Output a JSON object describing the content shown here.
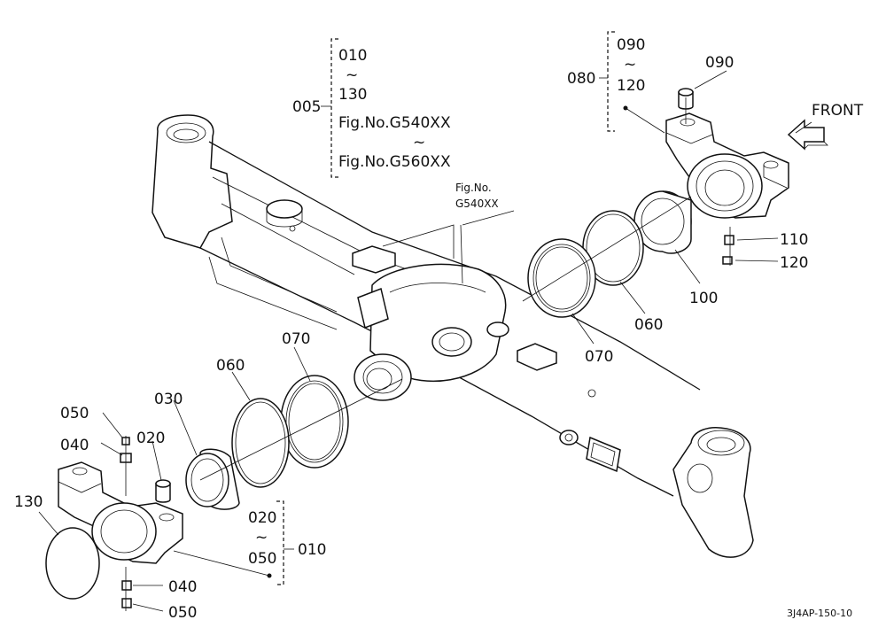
{
  "colors": {
    "ink": "#111111",
    "paper": "#ffffff"
  },
  "group_005": {
    "label": "005",
    "range_start": "010",
    "tilde": "~",
    "range_end": "130",
    "fig_start": "Fig.No.G540XX",
    "fig_tilde": "~",
    "fig_end": "Fig.No.G560XX"
  },
  "group_080": {
    "label": "080",
    "range_start": "090",
    "tilde": "~",
    "range_end": "120"
  },
  "group_010": {
    "label": "010",
    "range_start": "020",
    "tilde": "~",
    "range_end": "050"
  },
  "fig_ref": {
    "line1": "Fig.No.",
    "line2": "G540XX"
  },
  "front_label": "FRONT",
  "callouts": {
    "p090": "090",
    "p110": "110",
    "p120": "120",
    "p100": "100",
    "p060_right": "060",
    "p070_right": "070",
    "p070_left": "070",
    "p060_left": "060",
    "p030": "030",
    "p050_top": "050",
    "p040_top": "040",
    "p020": "020",
    "p130": "130",
    "p040_bottom": "040",
    "p050_bottom": "050"
  },
  "drawing_code": "3J4AP-150-10"
}
